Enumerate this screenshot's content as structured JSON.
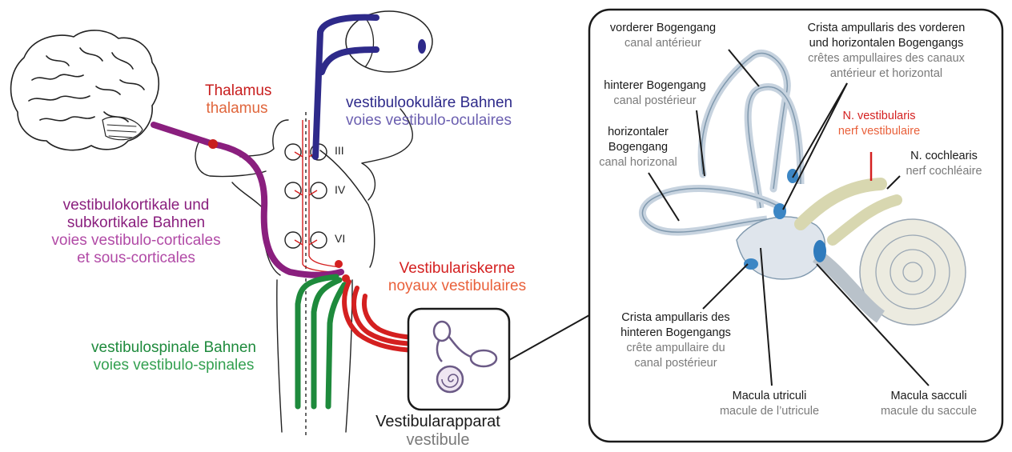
{
  "colors": {
    "thalamus": "#c81e1e",
    "thalamus_fr": "#e0663c",
    "vestibuloocular": "#2e2a8a",
    "vestibuloocular_fr": "#6b5fb0",
    "vestibulocortical": "#8a1f7e",
    "vestibulocortical_fr": "#b14aa6",
    "nuclei": "#d42020",
    "nuclei_fr": "#e9603a",
    "spinal": "#1e8a3c",
    "spinal_fr": "#33a050",
    "apparatus": "#1a1a1a",
    "apparatus_fr": "#7a7a7a",
    "detail_de": "#1a1a1a",
    "detail_fr": "#7a7a7a",
    "nerve_vestibularis": "#d42020",
    "nerve_vestibularis_fr": "#e9603a"
  },
  "left": {
    "thalamus": {
      "de": "Thalamus",
      "fr": "thalamus"
    },
    "vestibuloocular": {
      "de": "vestibulookuläre Bahnen",
      "fr": "voies vestibulo-oculaires"
    },
    "vestibulocortical": {
      "de1": "vestibulokortikale und",
      "de2": "subkortikale Bahnen",
      "fr1": "voies vestibulo-corticales",
      "fr2": "et sous-corticales"
    },
    "nuclei": {
      "de": "Vestibulariskerne",
      "fr": "noyaux vestibulaires"
    },
    "spinal": {
      "de": "vestibulospinale Bahnen",
      "fr": "voies vestibulo-spinales"
    },
    "apparatus": {
      "de": "Vestibularapparat",
      "fr": "vestibule"
    },
    "nerve_numerals": {
      "III": "III",
      "IV": "IV",
      "VI": "VI"
    }
  },
  "right": {
    "anterior": {
      "de": "vorderer Bogengang",
      "fr": "canal antérieur"
    },
    "posterior": {
      "de": "hinterer Bogengang",
      "fr": "canal postérieur"
    },
    "horizontal": {
      "de1": "horizontaler",
      "de2": "Bogengang",
      "fr": "canal horizonal"
    },
    "crista_ant": {
      "de1": "Crista ampullaris des vorderen",
      "de2": "und horizontalen Bogengangs",
      "fr1": "crêtes ampullaires des canaux",
      "fr2": "antérieur et horizontal"
    },
    "vestibularis": {
      "de": "N. vestibularis",
      "fr": "nerf vestibulaire"
    },
    "cochlearis": {
      "de": "N. cochlearis",
      "fr": "nerf cochléaire"
    },
    "crista_post": {
      "de1": "Crista ampullaris des",
      "de2": "hinteren Bogengangs",
      "fr1": "crête ampullaire du",
      "fr2": "canal postérieur"
    },
    "utriculi": {
      "de": "Macula utriculi",
      "fr": "macule de l’utricule"
    },
    "sacculi": {
      "de": "Macula sacculi",
      "fr": "macule du saccule"
    }
  }
}
